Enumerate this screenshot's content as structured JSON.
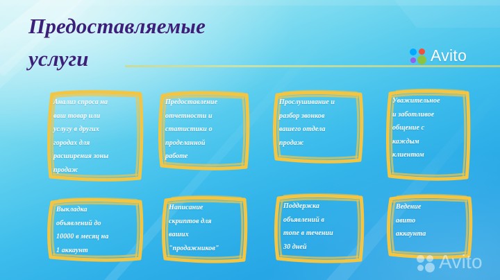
{
  "header": {
    "title": "Предоставляемые\nуслуги",
    "rule_color": "#d4dd95",
    "title_color": "#3c1f78"
  },
  "brand": {
    "name": "Avito",
    "dot_colors": [
      "#00aaff",
      "#f0503a",
      "#965eeb",
      "#8bc53f"
    ],
    "watermark_name": "Avito"
  },
  "theme": {
    "background_top": "#c9f1f4",
    "background_bottom": "#2e9fe0",
    "card_border": "#f4c542",
    "card_text": "#ffffff"
  },
  "cards": [
    {
      "id": "analysis-demand",
      "text": "Анализ спроса на\nваш товар или\nуслугу в других\nгородах  для\nрасширения зоны\nпродаж"
    },
    {
      "id": "reporting",
      "text": "Предоставление\nотчетности и\nстатистики о\nпроделанной\nработе"
    },
    {
      "id": "call-review",
      "text": "Прослушивание и\nразбор звонков\nвашего отдела\nпродаж"
    },
    {
      "id": "respectful-service",
      "text": "Уважительное\nи заботливое\nобщение с\nкаждым\nклиентом"
    },
    {
      "id": "listing-volume",
      "text": "Выкладка\nобъявлений до\n10000 в месяц на\n1 аккаунт"
    },
    {
      "id": "sales-scripts",
      "text": "Написание\nскриптов для\nваших\n\"продажников\""
    },
    {
      "id": "top-support",
      "text": "Поддержка\nобъявлений в\nтопе в течении\n30 дней"
    },
    {
      "id": "account-management",
      "text": "Ведение\nавито\nаккаунта"
    }
  ]
}
